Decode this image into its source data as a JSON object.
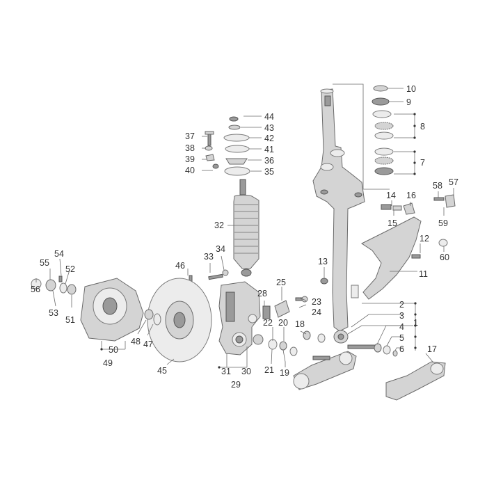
{
  "callouts": {
    "c1": "1",
    "c2": "2",
    "c3": "3",
    "c4": "4",
    "c5": "5",
    "c6": "6",
    "c7": "7",
    "c8": "8",
    "c9": "9",
    "c10": "10",
    "c11": "11",
    "c12": "12",
    "c13": "13",
    "c14": "14",
    "c15": "15",
    "c16": "16",
    "c17": "17",
    "c18": "18",
    "c19": "19",
    "c20": "20",
    "c21": "21",
    "c22": "22",
    "c23": "23",
    "c24": "24",
    "c25": "25",
    "c28": "28",
    "c29": "29",
    "c30": "30",
    "c31": "31",
    "c32": "32",
    "c33": "33",
    "c34": "34",
    "c35": "35",
    "c36": "36",
    "c37": "37",
    "c38": "38",
    "c39": "39",
    "c40": "40",
    "c41": "41",
    "c42": "42",
    "c43": "43",
    "c44": "44",
    "c45": "45",
    "c46": "46",
    "c47": "47",
    "c48": "48",
    "c49": "49",
    "c50": "50",
    "c51": "51",
    "c52": "52",
    "c53": "53",
    "c54": "54",
    "c55": "55",
    "c56": "56",
    "c57": "57",
    "c58": "58",
    "c59": "59",
    "c60": "60"
  }
}
